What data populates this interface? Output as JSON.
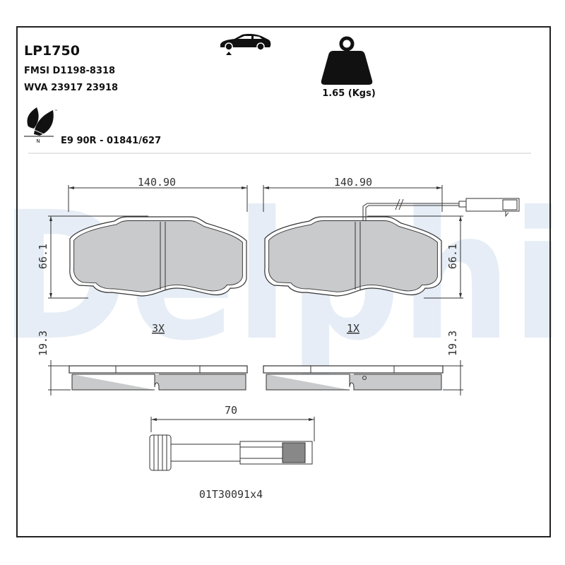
{
  "header": {
    "part_number": "LP1750",
    "fmsi": "FMSI D1198-8318",
    "wva": "WVA 23917 23918",
    "weight": "1.65 (Kgs)",
    "approval": "E9 90R - 01841/627",
    "eco_mark_letter": "N",
    "eco_mark_tm": "™"
  },
  "icons": {
    "axle": "car-front-axle-icon",
    "weight": "weight-icon",
    "eco": "leaf-icon"
  },
  "watermark": "Delphi",
  "drawing": {
    "pad_left": {
      "width": "140.90",
      "height": "66.1",
      "thickness": "19.3",
      "quantity": "3X"
    },
    "pad_right": {
      "width": "140.90",
      "height": "66.1",
      "thickness": "19.3",
      "quantity": "1X"
    },
    "pin": {
      "length": "70",
      "part_code": "01T30091x4"
    }
  },
  "colors": {
    "friction": "#c9cacb",
    "watermark": "#e6edf6",
    "frame": "#222222"
  }
}
